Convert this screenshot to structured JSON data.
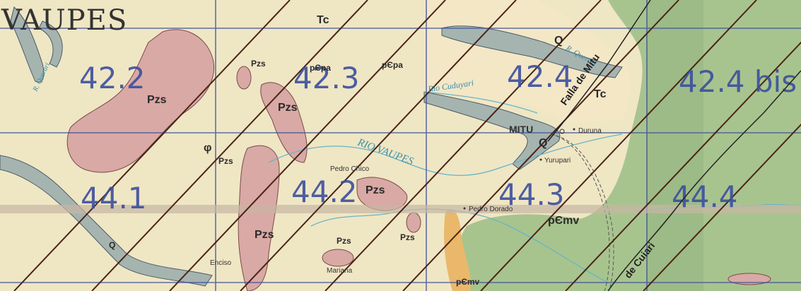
{
  "region_label": "VAUPES",
  "sheets": [
    "42.2",
    "42.3",
    "42.4",
    "42.4 bis",
    "44.1",
    "44.2",
    "44.3",
    "44.4"
  ],
  "geology": {
    "pzs": "Pzs",
    "tc": "Tc",
    "q": "Q",
    "pepa": "pЄpa",
    "pemv": "pЄmv",
    "phi": "φ"
  },
  "rivers": {
    "vaupes": "RIO VAUPES",
    "cuduyari": "Rio Cuduyari",
    "querari": "R. Querari",
    "qurq": "R. Querari"
  },
  "places": {
    "mitu": "MITU",
    "duruna": "Duruna",
    "yurupari": "Yurupari",
    "pedro_chico": "Pedro Chico",
    "pedro_dorado": "Pedro Dorado",
    "mariana": "Mariana",
    "enciso": "Enciso"
  },
  "faults": {
    "falla_de_mitu": "Falla de Mitu",
    "falla_de_cuiari": "de Cuiari"
  },
  "colors": {
    "paper": "#efe6c4",
    "pzs": "#d9a9a5",
    "green": "#a8c48e",
    "q": "#a6b4b0",
    "orange": "#eab86a",
    "grid": "#3b4f9e",
    "hatch": "#4a2418"
  }
}
